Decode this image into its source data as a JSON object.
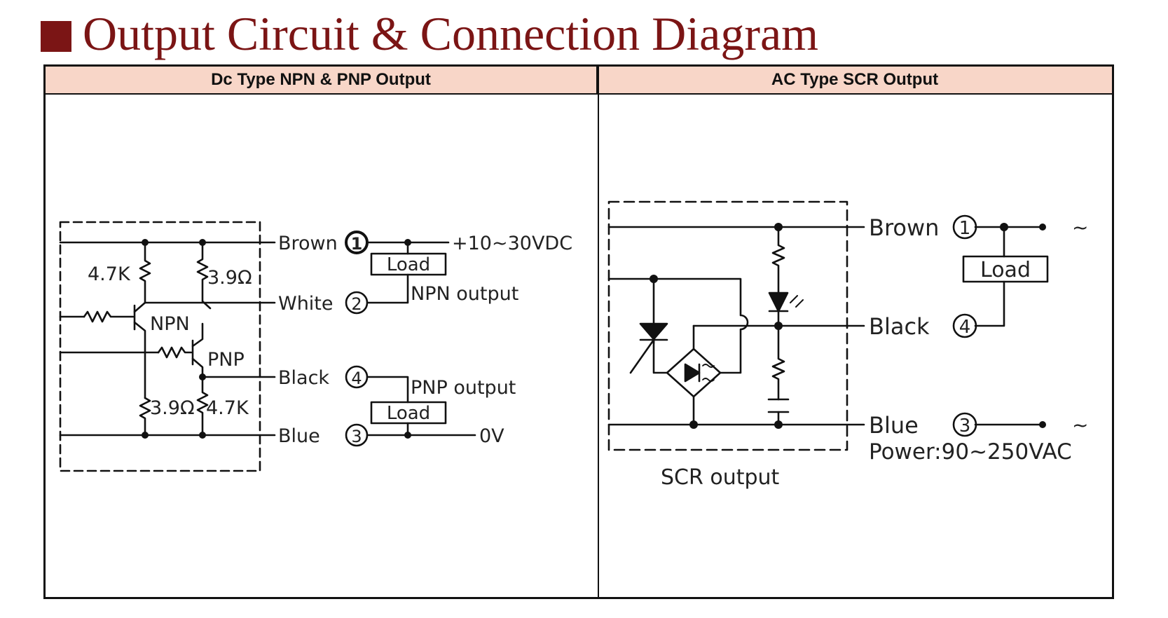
{
  "title": "Output Circuit & Connection Diagram",
  "panels": {
    "dc_header": "Dc Type NPN & PNP Output",
    "ac_header": "AC Type SCR Output"
  },
  "dc": {
    "r1": "4.7K",
    "r2": "3.9Ω",
    "r3": "3.9Ω",
    "r4": "4.7K",
    "npn": "NPN",
    "pnp": "PNP",
    "wire_brown": "Brown",
    "wire_white": "White",
    "wire_black": "Black",
    "wire_blue": "Blue",
    "pin_brown": "1",
    "pin_white": "2",
    "pin_black": "4",
    "pin_blue": "3",
    "supply": "+10~30VDC",
    "load_npn": "Load",
    "load_pnp": "Load",
    "npn_output": "NPN  output",
    "pnp_output": "PNP  output",
    "zero_v": "0V"
  },
  "ac": {
    "wire_brown": "Brown",
    "wire_black": "Black",
    "wire_blue": "Blue",
    "pin_brown": "1",
    "pin_black": "4",
    "pin_blue": "3",
    "tilde_top": "~",
    "tilde_bottom": "~",
    "load": "Load",
    "power": "Power:90~250VAC",
    "scr_output": "SCR  output"
  },
  "colors": {
    "title": "#7b1515",
    "header_bg": "#f8d6c8",
    "line": "#111111"
  }
}
